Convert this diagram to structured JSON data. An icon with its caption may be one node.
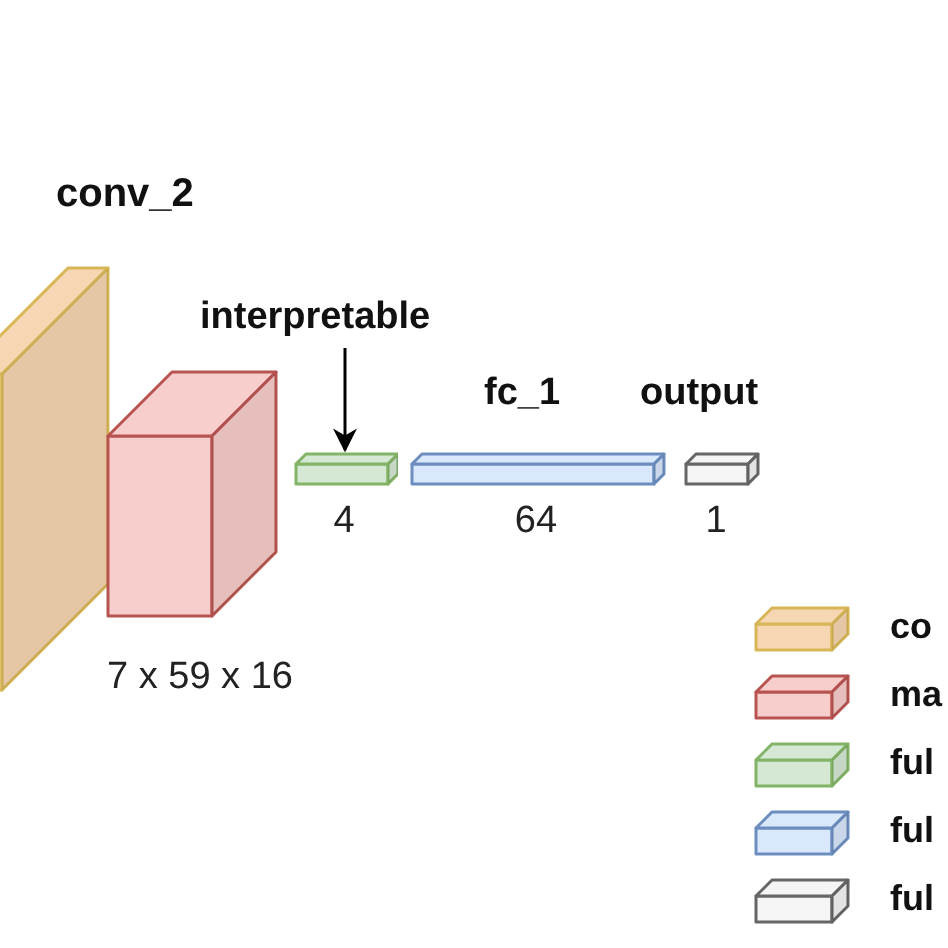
{
  "diagram": {
    "nodes": [
      {
        "text": [
          "conv_2"
        ]
      },
      {
        "text": [],
        "shape": "box"
      },
      {
        "text": [
          "interpretable"
        ]
      },
      {
        "text": [],
        "shape": "box",
        "beside": [
          "4"
        ]
      },
      {
        "text": [
          "fc_1"
        ],
        "beside": [
          "64"
        ]
      },
      {
        "text": [
          "output"
        ],
        "beside": [
          "1"
        ]
      }
    ],
    "edges": [
      {
        "from": 2,
        "to": 3,
        "arrow": "to"
      }
    ],
    "labels": [
      "7 x 59 x 16"
    ],
    "legend": [
      {
        "text": "co",
        "color": "#f7d7b3"
      },
      {
        "text": "ma",
        "color": "#f8cecc"
      },
      {
        "text": "ful",
        "color": "#d5e8d4"
      },
      {
        "text": "ful",
        "color": "#dae8fc"
      },
      {
        "text": "ful",
        "color": "#f5f5f5"
      }
    ]
  }
}
